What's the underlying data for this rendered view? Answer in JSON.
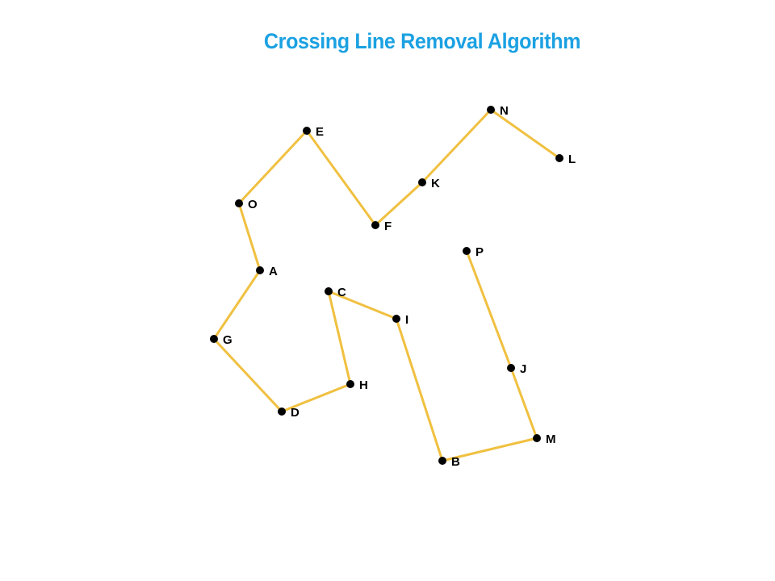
{
  "slide": {
    "title": "Crossing Line Removal Algorithm"
  },
  "colors": {
    "title": "#1ba1e2",
    "edge": "#f0c040",
    "node": "#000000",
    "label": "#000000",
    "background": "#ffffff"
  },
  "diagram": {
    "nodes": [
      {
        "id": "N",
        "label": "N"
      },
      {
        "id": "E",
        "label": "E"
      },
      {
        "id": "L",
        "label": "L"
      },
      {
        "id": "K",
        "label": "K"
      },
      {
        "id": "O",
        "label": "O"
      },
      {
        "id": "F",
        "label": "F"
      },
      {
        "id": "P",
        "label": "P"
      },
      {
        "id": "A",
        "label": "A"
      },
      {
        "id": "C",
        "label": "C"
      },
      {
        "id": "I",
        "label": "I"
      },
      {
        "id": "G",
        "label": "G"
      },
      {
        "id": "J",
        "label": "J"
      },
      {
        "id": "H",
        "label": "H"
      },
      {
        "id": "D",
        "label": "D"
      },
      {
        "id": "M",
        "label": "M"
      },
      {
        "id": "B",
        "label": "B"
      }
    ],
    "edges": [
      [
        "L",
        "N"
      ],
      [
        "N",
        "K"
      ],
      [
        "K",
        "F"
      ],
      [
        "F",
        "E"
      ],
      [
        "E",
        "O"
      ],
      [
        "O",
        "A"
      ],
      [
        "A",
        "G"
      ],
      [
        "G",
        "D"
      ],
      [
        "D",
        "H"
      ],
      [
        "H",
        "C"
      ],
      [
        "C",
        "I"
      ],
      [
        "I",
        "B"
      ],
      [
        "B",
        "M"
      ],
      [
        "M",
        "J"
      ],
      [
        "J",
        "P"
      ]
    ]
  }
}
